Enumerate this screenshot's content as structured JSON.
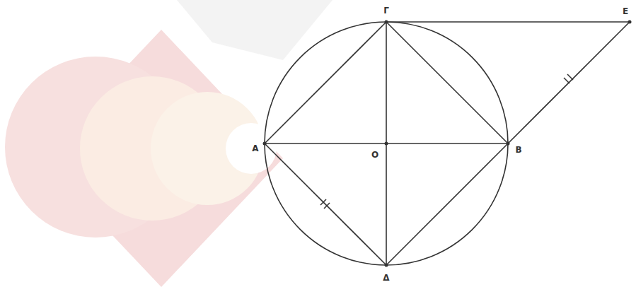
{
  "diagram": {
    "labels": [
      "Γ",
      "Ε",
      "Α",
      "Ο",
      "Β",
      "Δ"
    ]
  }
}
